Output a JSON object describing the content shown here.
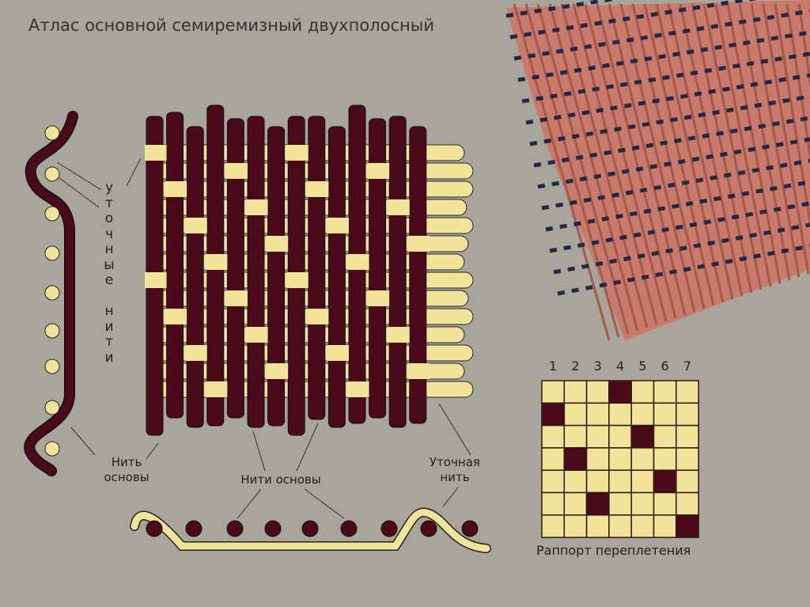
{
  "title": "Атлас основной семиремизный двухполосный",
  "labels": {
    "weft_threads_vertical": "уточные нити",
    "warp_thread": "Нить основы",
    "warp_threads": "Нити основы",
    "weft_thread": "Уточная нить",
    "repeat": "Раппорт переплетения"
  },
  "colors": {
    "warp": "#4a0a1a",
    "weft": "#f2e39a",
    "background": "#a8a59b"
  },
  "repeat_grid": {
    "columns": [
      "1",
      "2",
      "3",
      "4",
      "5",
      "6",
      "7"
    ],
    "filled_column_per_row": [
      4,
      1,
      5,
      2,
      6,
      3,
      7
    ]
  },
  "weave": {
    "warp_count": 14,
    "weft_count": 14,
    "float_shift": 4
  }
}
